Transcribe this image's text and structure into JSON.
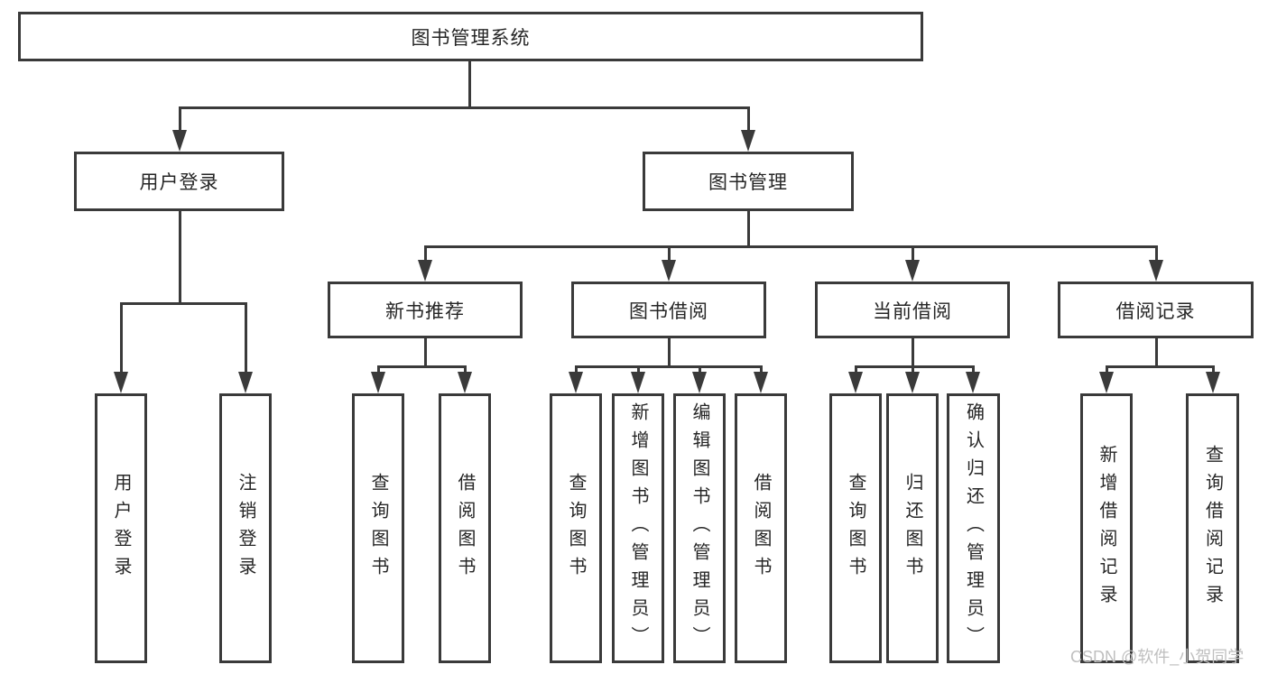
{
  "diagram": {
    "root": {
      "label": "图书管理系统"
    },
    "branches": [
      {
        "label": "用户登录",
        "children": [
          {
            "label": "用户登录"
          },
          {
            "label": "注销登录"
          }
        ]
      },
      {
        "label": "图书管理",
        "sections": [
          {
            "label": "新书推荐",
            "children": [
              {
                "label": "查询图书"
              },
              {
                "label": "借阅图书"
              }
            ]
          },
          {
            "label": "图书借阅",
            "children": [
              {
                "label": "查询图书"
              },
              {
                "label": "新增图书（管理员）"
              },
              {
                "label": "编辑图书（管理员）"
              },
              {
                "label": "借阅图书"
              }
            ]
          },
          {
            "label": "当前借阅",
            "children": [
              {
                "label": "查询图书"
              },
              {
                "label": "归还图书"
              },
              {
                "label": "确认归还（管理员）"
              }
            ]
          },
          {
            "label": "借阅记录",
            "children": [
              {
                "label": "新增借阅记录"
              },
              {
                "label": "查询借阅记录"
              }
            ]
          }
        ]
      }
    ]
  },
  "watermark": {
    "text": "CSDN @软件_小贺同学"
  },
  "colors": {
    "line": "#3a3a3a",
    "text": "#262626",
    "watermark": "#bfbfbf",
    "background": "#ffffff"
  }
}
